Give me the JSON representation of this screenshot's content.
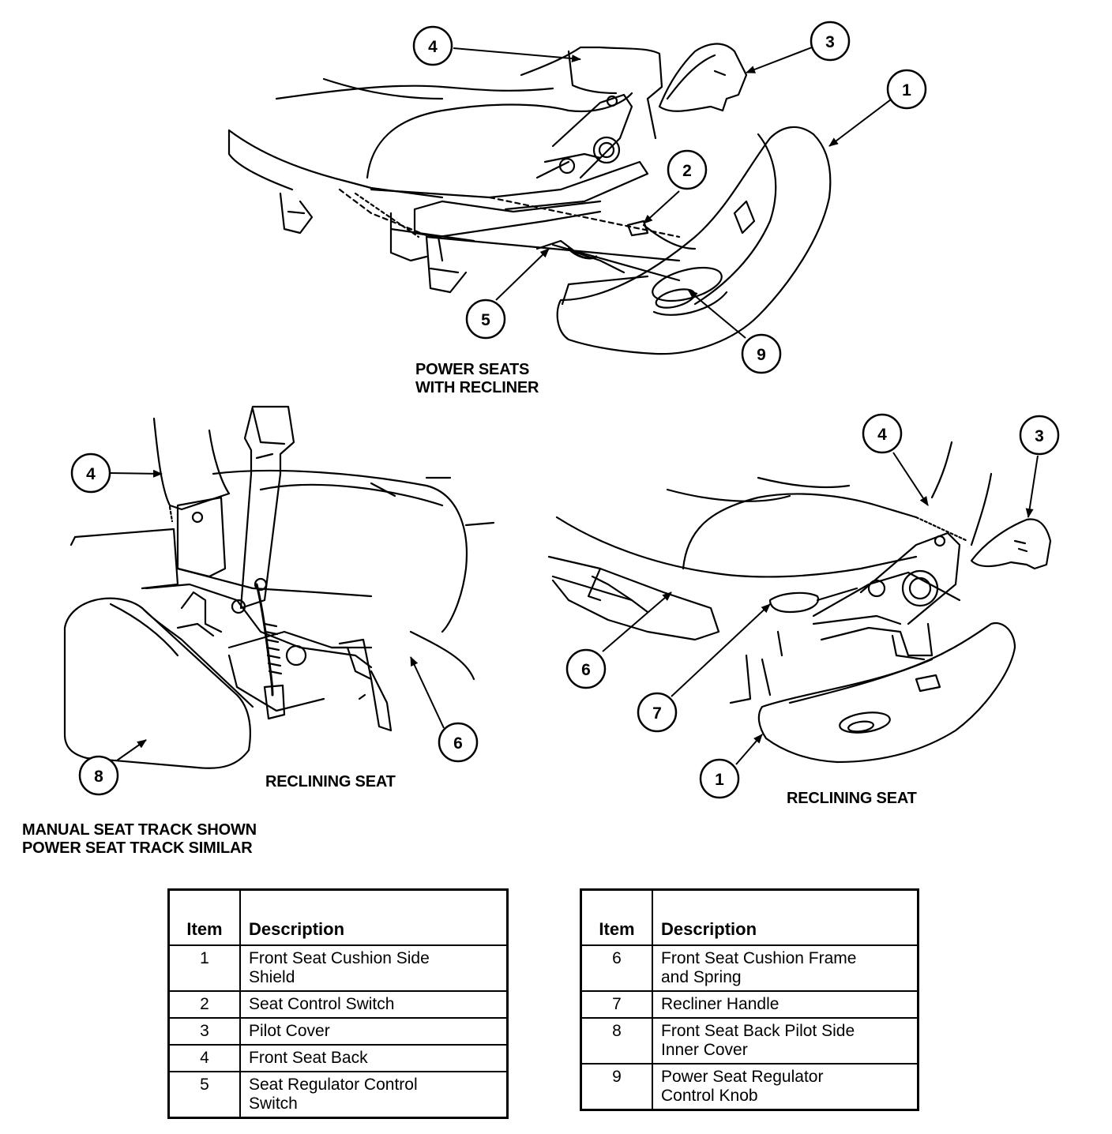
{
  "captions": {
    "power_seats": [
      "POWER SEATS",
      "WITH RECLINER"
    ],
    "reclining_seat_left": "RECLINING SEAT",
    "reclining_seat_right": "RECLINING SEAT",
    "note": [
      "MANUAL SEAT TRACK SHOWN",
      "POWER SEAT TRACK SIMILAR"
    ]
  },
  "callouts": {
    "top": [
      "4",
      "3",
      "1",
      "2",
      "5",
      "9"
    ],
    "left": [
      "4",
      "8",
      "6"
    ],
    "right": [
      "4",
      "3",
      "6",
      "7",
      "1"
    ]
  },
  "table_left": {
    "header_item": "Item",
    "header_desc": "Description",
    "rows": [
      {
        "item": "1",
        "desc": [
          "Front Seat Cushion Side",
          "Shield"
        ]
      },
      {
        "item": "2",
        "desc": [
          "Seat Control Switch"
        ]
      },
      {
        "item": "3",
        "desc": [
          "Pilot Cover"
        ]
      },
      {
        "item": "4",
        "desc": [
          "Front Seat Back"
        ]
      },
      {
        "item": "5",
        "desc": [
          "Seat Regulator Control",
          "Switch"
        ]
      }
    ]
  },
  "table_right": {
    "header_item": "Item",
    "header_desc": "Description",
    "rows": [
      {
        "item": "6",
        "desc": [
          "Front Seat Cushion Frame",
          "and Spring"
        ]
      },
      {
        "item": "7",
        "desc": [
          "Recliner Handle"
        ]
      },
      {
        "item": "8",
        "desc": [
          "Front Seat Back Pilot Side",
          "Inner Cover"
        ]
      },
      {
        "item": "9",
        "desc": [
          "Power Seat Regulator",
          "Control Knob"
        ]
      }
    ]
  }
}
